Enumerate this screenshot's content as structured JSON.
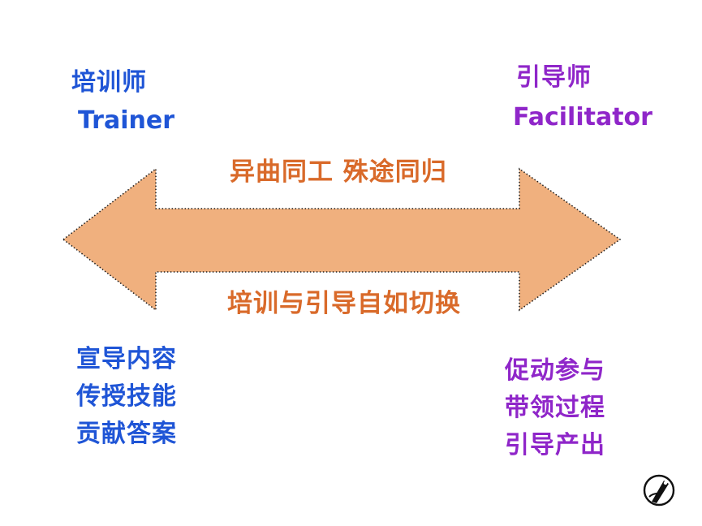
{
  "left_role": {
    "title_cn": "培训师",
    "title_en": "Trainer"
  },
  "right_role": {
    "title_cn": "引导师",
    "title_en": "Facilitator"
  },
  "arrow": {
    "top_text": "异曲同工  殊途同归",
    "bottom_text": "培训与引导自如切换",
    "fill_color": "#f0b07e"
  },
  "left_points": [
    "宣导内容",
    "传授技能",
    "贡献答案"
  ],
  "right_points": [
    "促动参与",
    "带领过程",
    "引导产出"
  ],
  "colors": {
    "left": "#1f55d6",
    "right": "#8f26c9",
    "center": "#d96a2a"
  },
  "logo_icon": "pen-nib-icon"
}
